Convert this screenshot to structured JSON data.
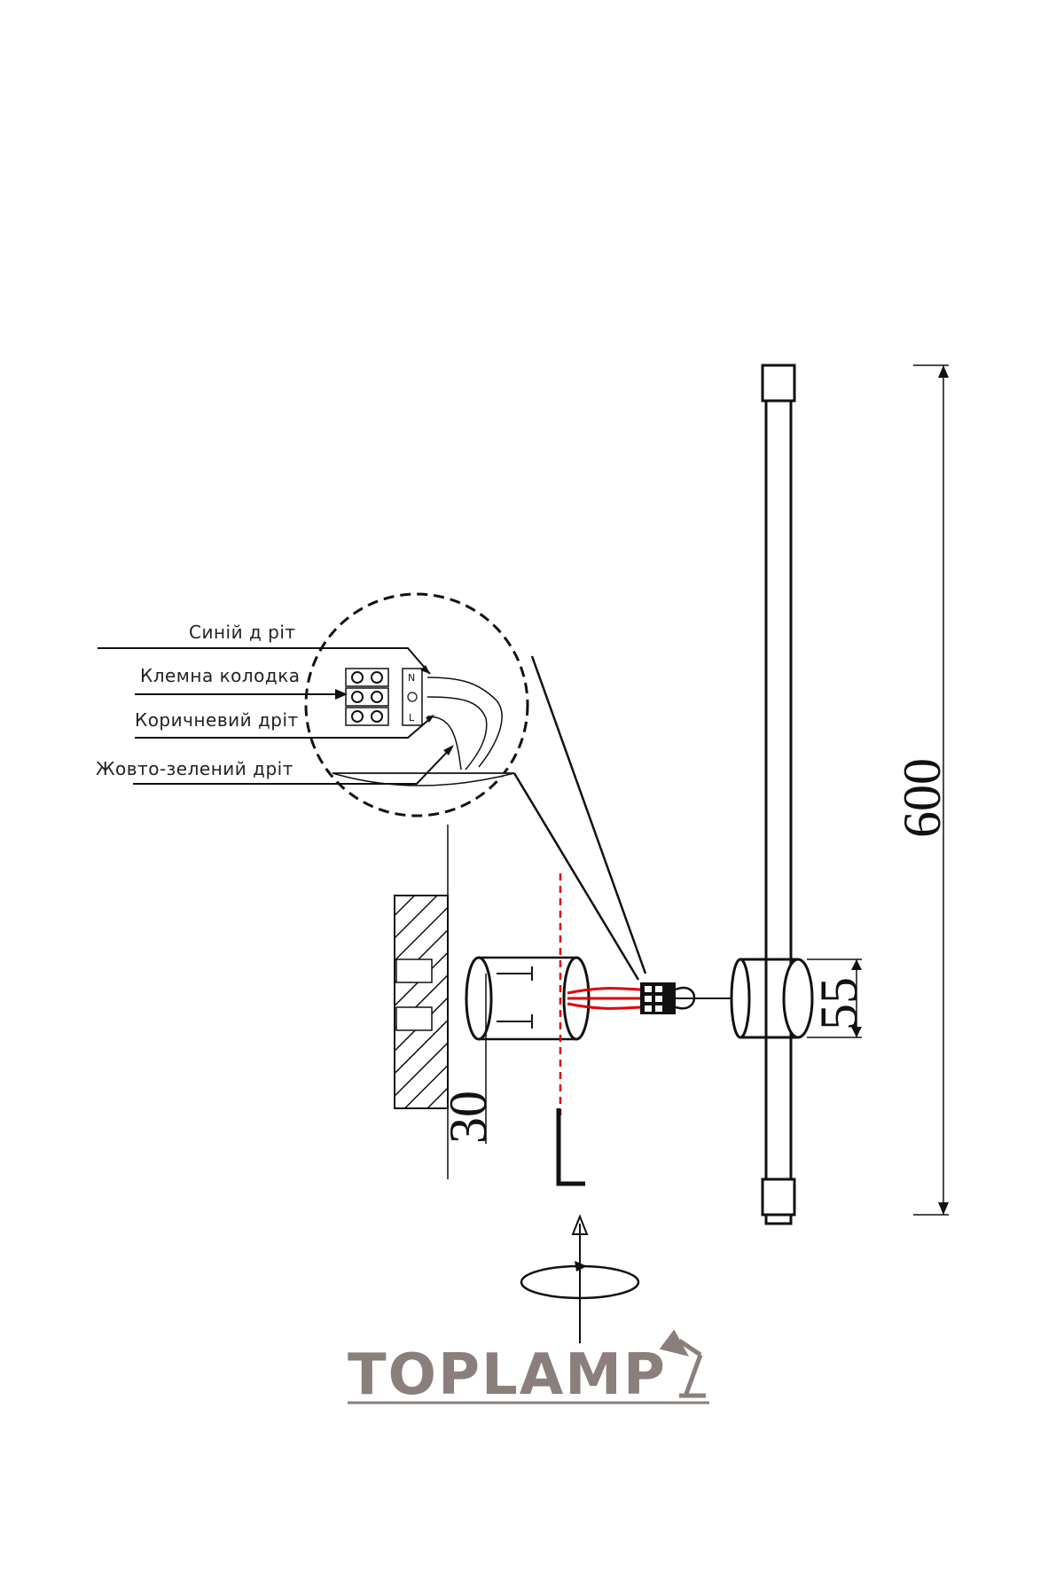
{
  "callouts": {
    "blue_wire": "Синій д ріт",
    "terminal_block": "Клемна колодка",
    "brown_wire": "Коричневий дріт",
    "yellow_green_wire": "Жовто-зелений дріт"
  },
  "terminal_marks": {
    "neutral": "N",
    "live": "L"
  },
  "dimensions": {
    "length": "600",
    "mount_diameter": "55",
    "base_depth": "30"
  },
  "brand": {
    "name": "TOPLAMP"
  },
  "colors": {
    "line": "#111111",
    "wire": "#e00000",
    "brand": "#8a7f7c"
  }
}
